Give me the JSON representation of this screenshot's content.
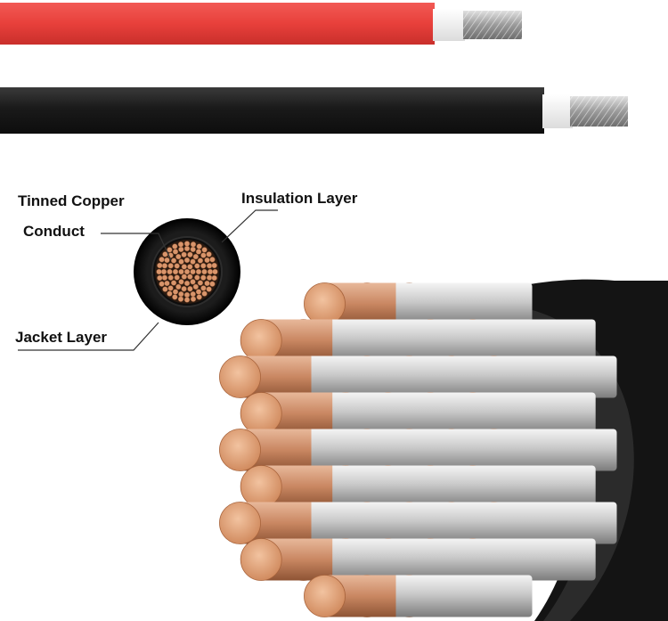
{
  "labels": {
    "tinned_copper": "Tinned Copper",
    "conduct": "Conduct",
    "insulation_layer": "Insulation Layer",
    "jacket_layer": "Jacket Layer"
  },
  "colors": {
    "red_cable": "#e8403b",
    "black_cable": "#1a1a1a",
    "insulation_white": "#f2f2f2",
    "tinned_strand": "#b8b8b8",
    "copper": "#d9956b",
    "copper_dark": "#a8643c",
    "leader_line": "#333333"
  }
}
